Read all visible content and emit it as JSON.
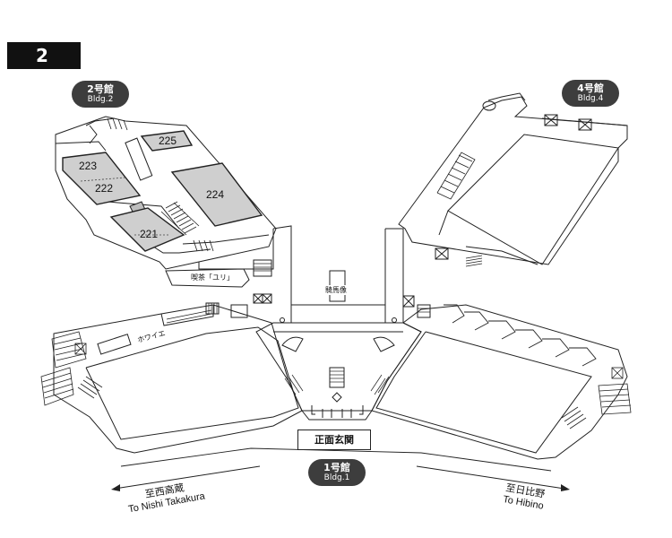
{
  "floor": {
    "label": "2 F"
  },
  "buildings": [
    {
      "id": "bldg2",
      "name": "2号館",
      "sub": "Bldg.2"
    },
    {
      "id": "bldg4",
      "name": "4号館",
      "sub": "Bldg.4"
    },
    {
      "id": "bldg1",
      "name": "1号館",
      "sub": "Bldg.1"
    }
  ],
  "rooms": {
    "r225": "225",
    "r223": "223",
    "r222": "222",
    "r224": "224",
    "r221": "221"
  },
  "labels": {
    "cafe": "喫茶「ユリ」",
    "statue": "騎馬像",
    "foyer": "ホワイエ",
    "entrance": "正面玄関"
  },
  "directions": {
    "left": {
      "jp": "至西高蔵",
      "en": "To Nishi Takakura"
    },
    "right": {
      "jp": "至日比野",
      "en": "To Hibino"
    }
  },
  "colors": {
    "room_fill": "#cfcfcf",
    "line": "#222222",
    "badge": "#111111",
    "pill": "#3d3d3d"
  }
}
